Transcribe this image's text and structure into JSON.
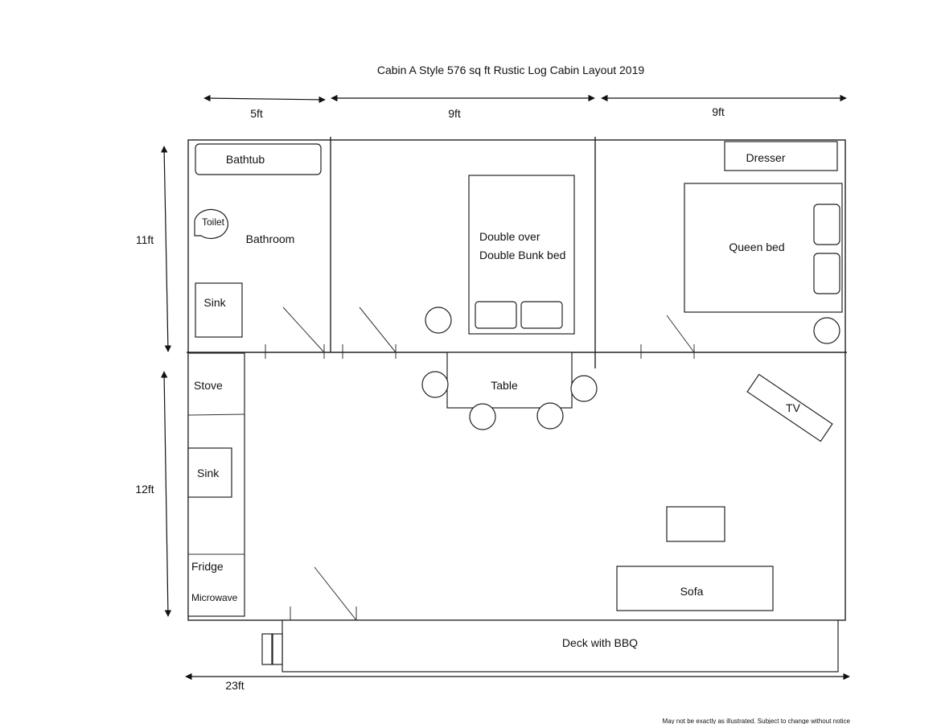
{
  "title": "Cabin A Style 576 sq ft Rustic Log Cabin Layout 2019",
  "dimensions": {
    "top_left": "5ft",
    "top_middle": "9ft",
    "top_right": "9ft",
    "left_upper": "11ft",
    "left_lower": "12ft",
    "bottom": "23ft"
  },
  "rooms": {
    "bathroom": "Bathroom"
  },
  "furniture": {
    "bathtub": "Bathtub",
    "toilet": "Toilet",
    "bath_sink": "Sink",
    "bunk_line1": "Double over",
    "bunk_line2": "Double Bunk bed",
    "dresser": "Dresser",
    "queen_bed": "Queen bed",
    "table": "Table",
    "tv": "TV",
    "stove": "Stove",
    "kitchen_sink": "Sink",
    "fridge": "Fridge",
    "microwave": "Microwave",
    "sofa": "Sofa",
    "deck": "Deck with BBQ"
  },
  "disclaimer": "May not be exactly as illustrated. Subject to change without notice"
}
